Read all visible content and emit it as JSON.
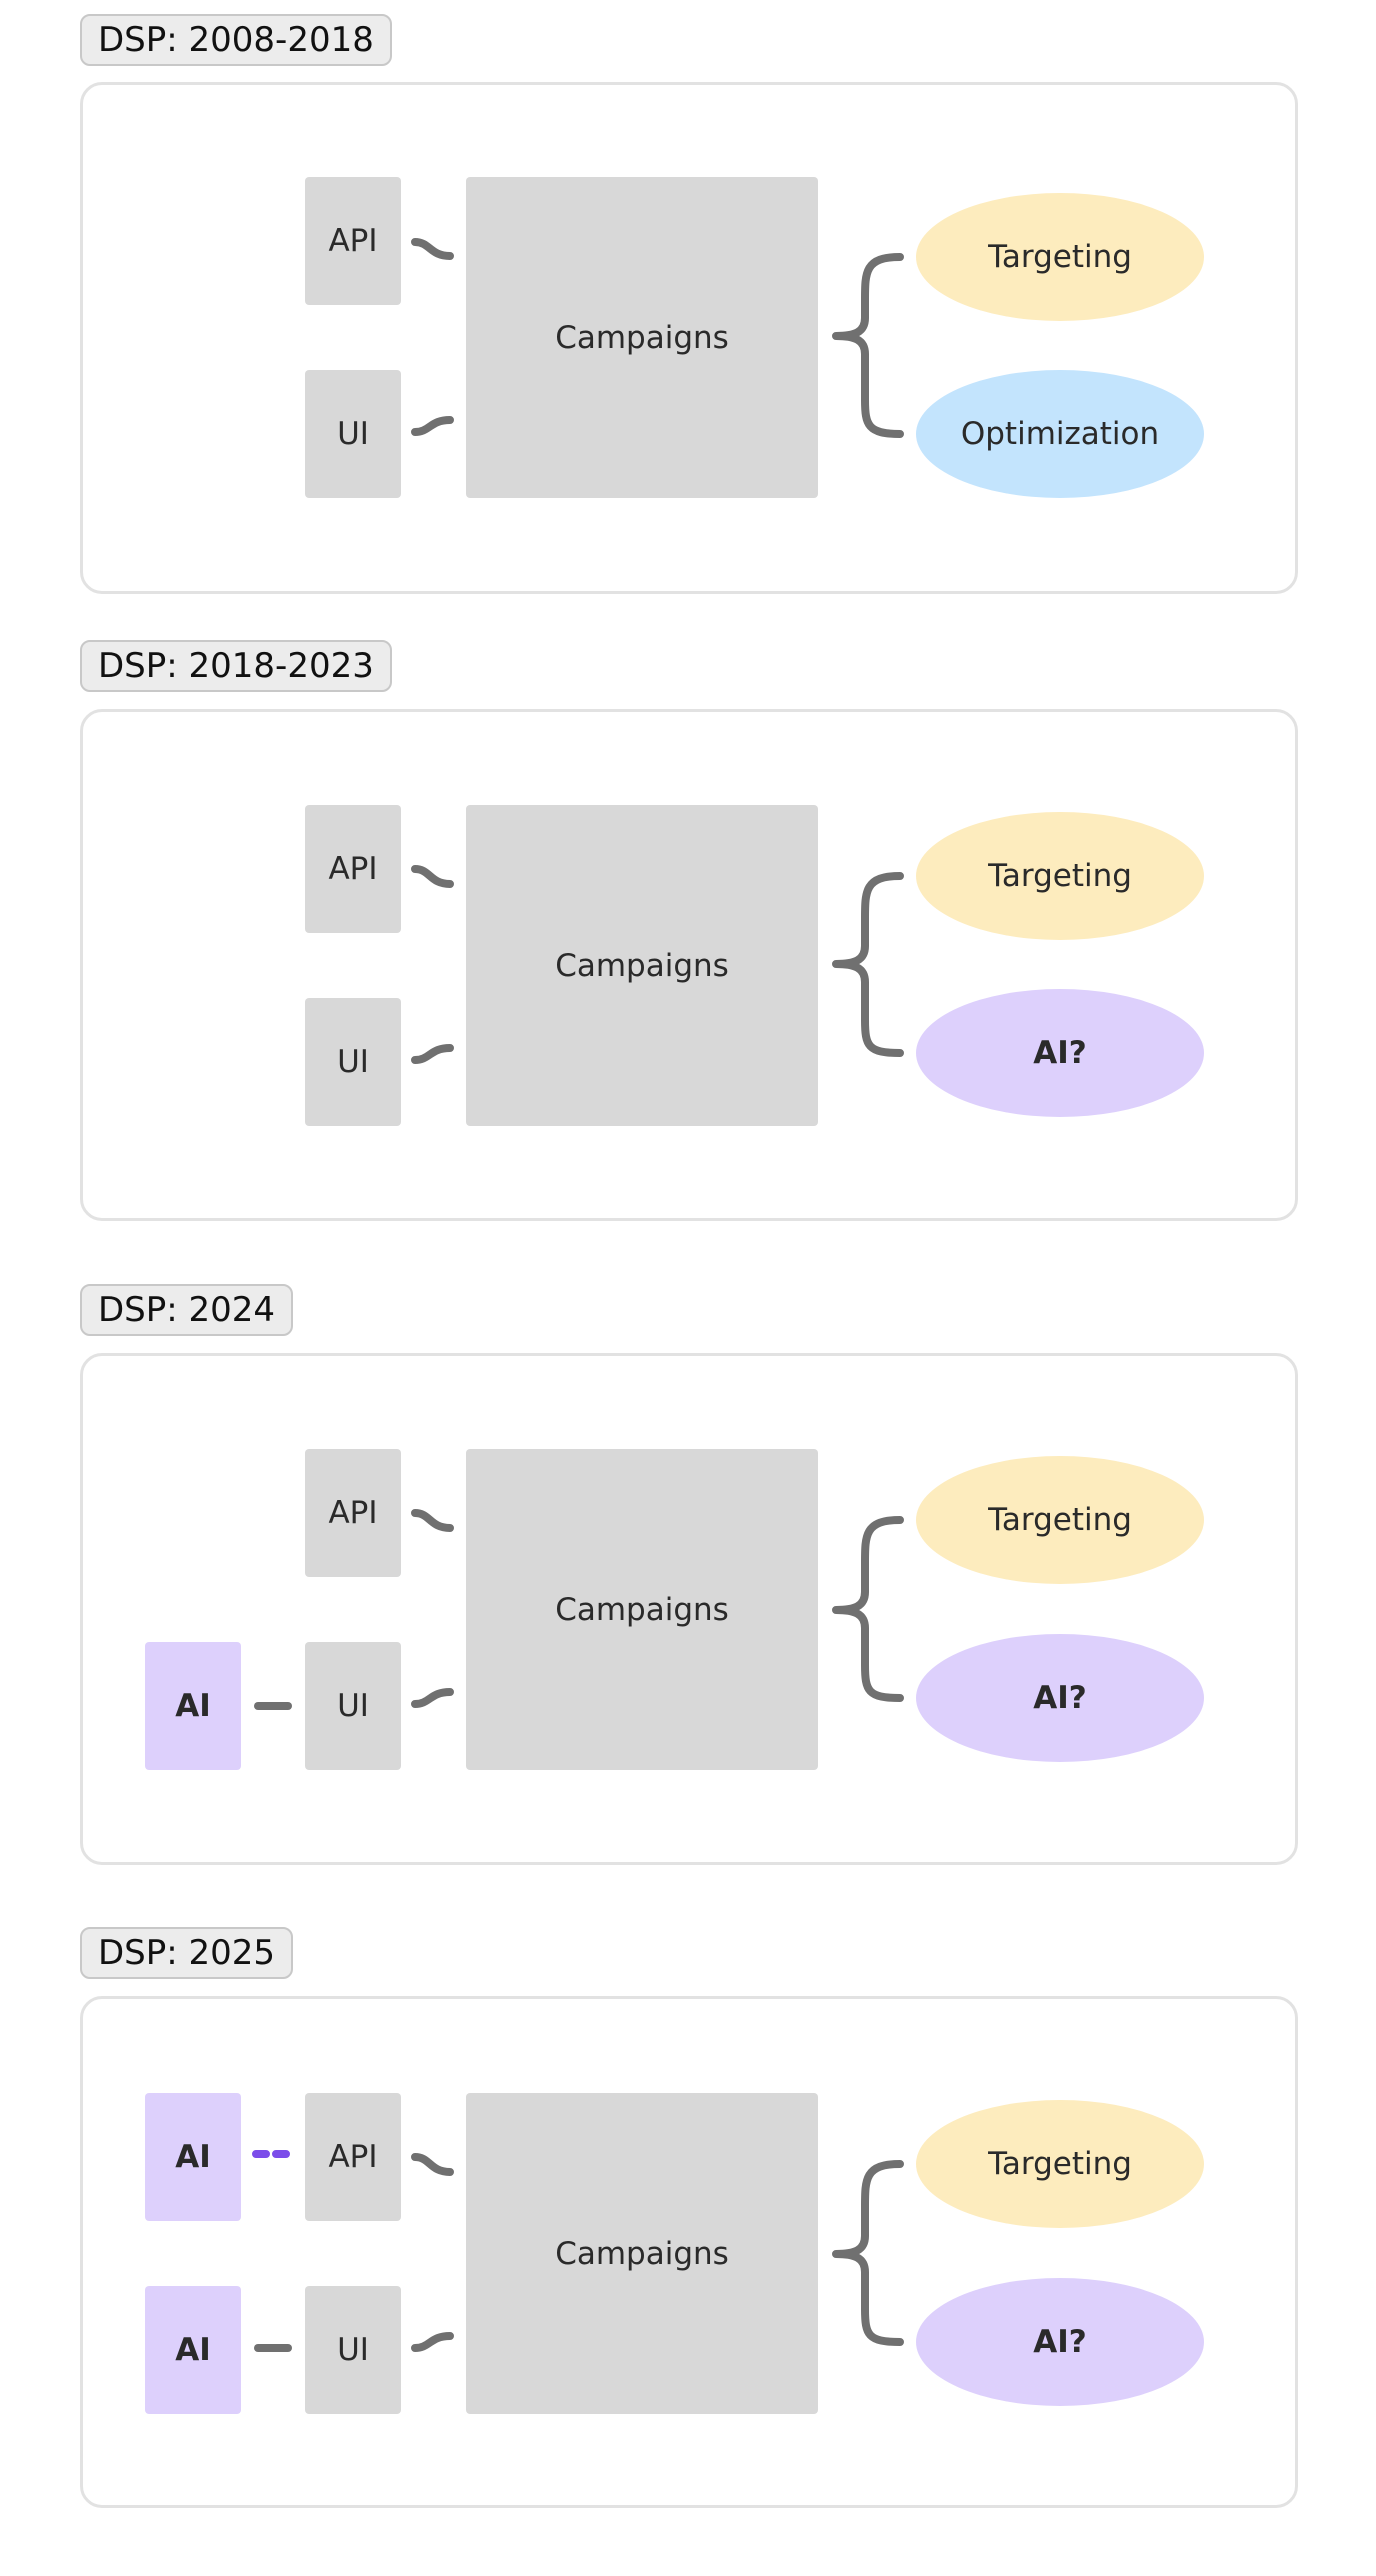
{
  "colors": {
    "box_gray": "#d8d8d8",
    "ai_purple": "#ddd0fc",
    "targeting_yellow": "#fdecbe",
    "optimization_blue": "#c3e4fd",
    "connector_gray": "#707070",
    "dashed_purple": "#7c4dea"
  },
  "sections": [
    {
      "title": "DSP: 2008-2018",
      "api_label": "API",
      "ui_label": "UI",
      "campaigns_label": "Campaigns",
      "targeting_label": "Targeting",
      "bottom_label": "Optimization"
    },
    {
      "title": "DSP: 2018-2023",
      "api_label": "API",
      "ui_label": "UI",
      "campaigns_label": "Campaigns",
      "targeting_label": "Targeting",
      "bottom_label": "AI?"
    },
    {
      "title": "DSP: 2024",
      "api_label": "API",
      "ui_label": "UI",
      "campaigns_label": "Campaigns",
      "targeting_label": "Targeting",
      "bottom_label": "AI?",
      "ai_ui_label": "AI"
    },
    {
      "title": "DSP: 2025",
      "api_label": "API",
      "ui_label": "UI",
      "campaigns_label": "Campaigns",
      "targeting_label": "Targeting",
      "bottom_label": "AI?",
      "ai_api_label": "AI",
      "ai_ui_label": "AI"
    }
  ]
}
